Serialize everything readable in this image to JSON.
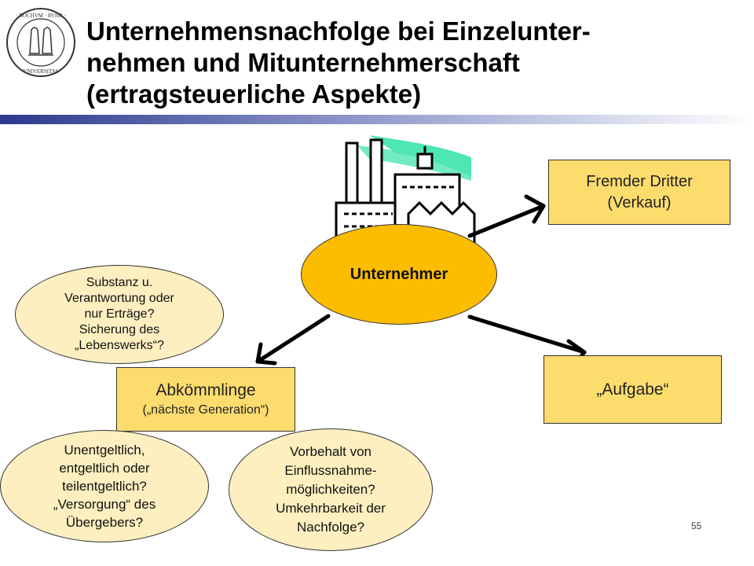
{
  "slide": {
    "title_lines": [
      "Unternehmensnachfolge bei Einzelunter-",
      "nehmen und Mitunternehmerschaft",
      "(ertragsteuerliche Aspekte)"
    ],
    "logo_text": "BOCHVM · RVHR · VNIVERSITAS",
    "page_number": "55"
  },
  "diagram": {
    "center": {
      "label": "Unternehmer"
    },
    "fremder_dritter": {
      "line1": "Fremder Dritter",
      "line2": "(Verkauf)"
    },
    "aufgabe": {
      "label": "„Aufgabe“"
    },
    "abkoemmlinge": {
      "line1": "Abkömmlinge",
      "line2": "(„nächste Generation“)"
    },
    "bubble_substanz": {
      "lines": [
        "Substanz u.",
        "Verantwortung oder",
        "nur Erträge?",
        "Sicherung des",
        "„Lebenswerks“?"
      ]
    },
    "bubble_unentgeltlich": {
      "lines": [
        "Unentgeltlich,",
        "entgeltlich oder",
        "teilentgeltlich?",
        "„Versorgung“ des",
        "Übergebers?"
      ]
    },
    "bubble_vorbehalt": {
      "lines": [
        "Vorbehalt von",
        "Einflussnahme-",
        "möglichkeiten?",
        "Umkehrbarkeit der",
        "Nachfolge?"
      ]
    }
  },
  "colors": {
    "box_fill": "#fddc6e",
    "center_fill": "#fcbc00",
    "bubble_fill": "#fdefc0",
    "title_bar": "#2b3a8c",
    "factory_smoke": "#4de6b4"
  }
}
